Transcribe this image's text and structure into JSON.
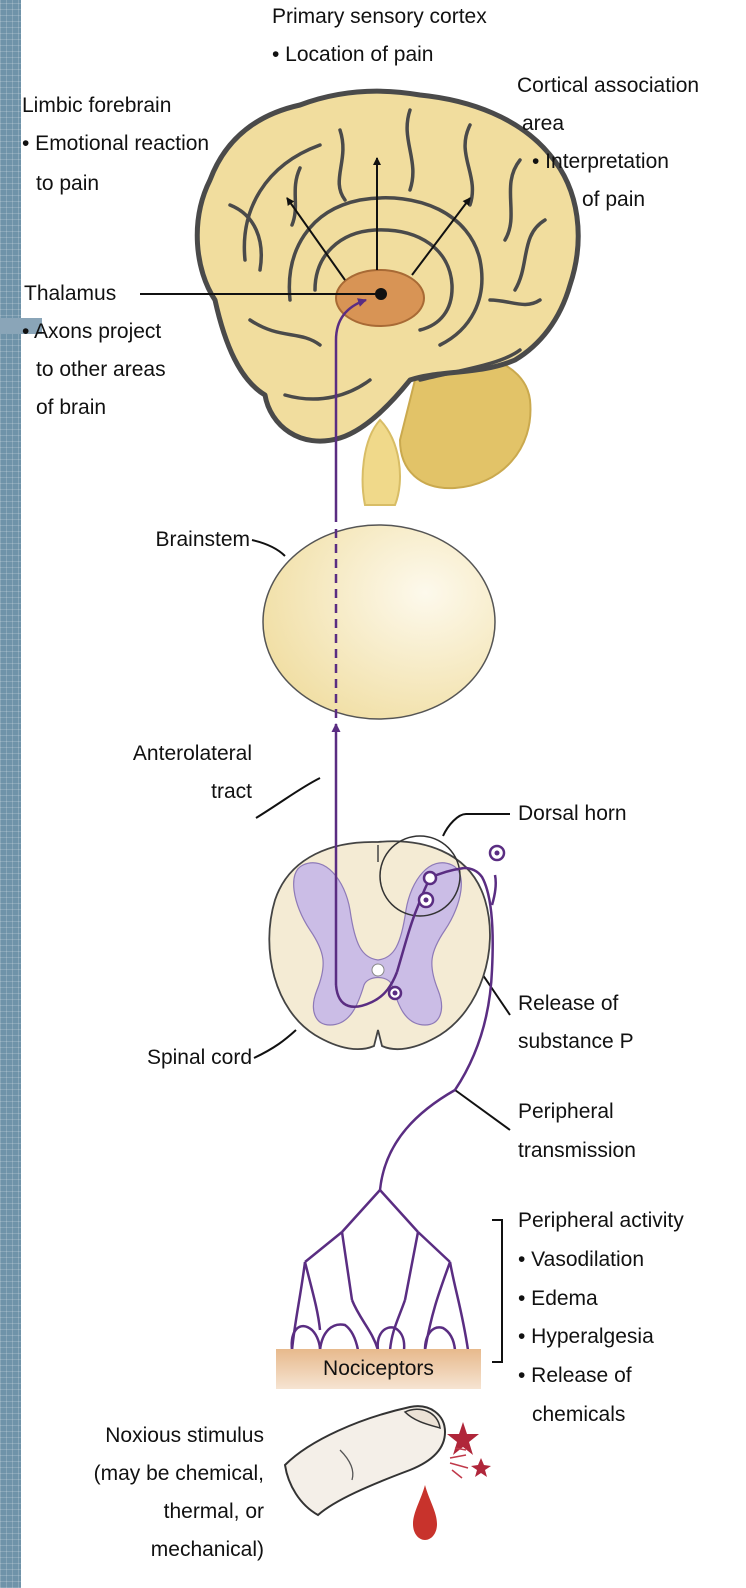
{
  "labels": {
    "primary_title": "Primary sensory cortex",
    "primary_bullet": "• Location of pain",
    "cortical_1": "Cortical association",
    "cortical_2": "area",
    "cortical_3": "• Interpretation",
    "cortical_4": "of pain",
    "limbic_1": "Limbic forebrain",
    "limbic_2": "• Emotional reaction",
    "limbic_3": "to pain",
    "thalamus_1": "Thalamus",
    "thalamus_2": "• Axons project",
    "thalamus_3": "to other areas",
    "thalamus_4": "of brain",
    "brainstem": "Brainstem",
    "anterolateral_1": "Anterolateral",
    "anterolateral_2": "tract",
    "dorsal_horn": "Dorsal horn",
    "release_1": "Release of",
    "release_2": "substance P",
    "spinal_cord": "Spinal cord",
    "peripheral_tx_1": "Peripheral",
    "peripheral_tx_2": "transmission",
    "peripheral_act_1": "Peripheral activity",
    "peripheral_act_2": "• Vasodilation",
    "peripheral_act_3": "• Edema",
    "peripheral_act_4": "• Hyperalgesia",
    "peripheral_act_5": "• Release of",
    "peripheral_act_6": "chemicals",
    "nociceptors": "Nociceptors",
    "noxious_1": "Noxious stimulus",
    "noxious_2": "(may be chemical,",
    "noxious_3": "thermal, or",
    "noxious_4": "mechanical)"
  },
  "colors": {
    "background_strip": "#6f93a9",
    "brain_fill": "#f1dd9e",
    "brain_outline": "#4a4a4a",
    "thalamus_fill": "#d89455",
    "cerebellum_fill": "#e2c368",
    "pathway": "#5a2d82",
    "gray_matter": "#cbbde6",
    "spinal_fill": "#f4ebd4",
    "skin": "#d9a777",
    "blood": "#c8332c"
  }
}
